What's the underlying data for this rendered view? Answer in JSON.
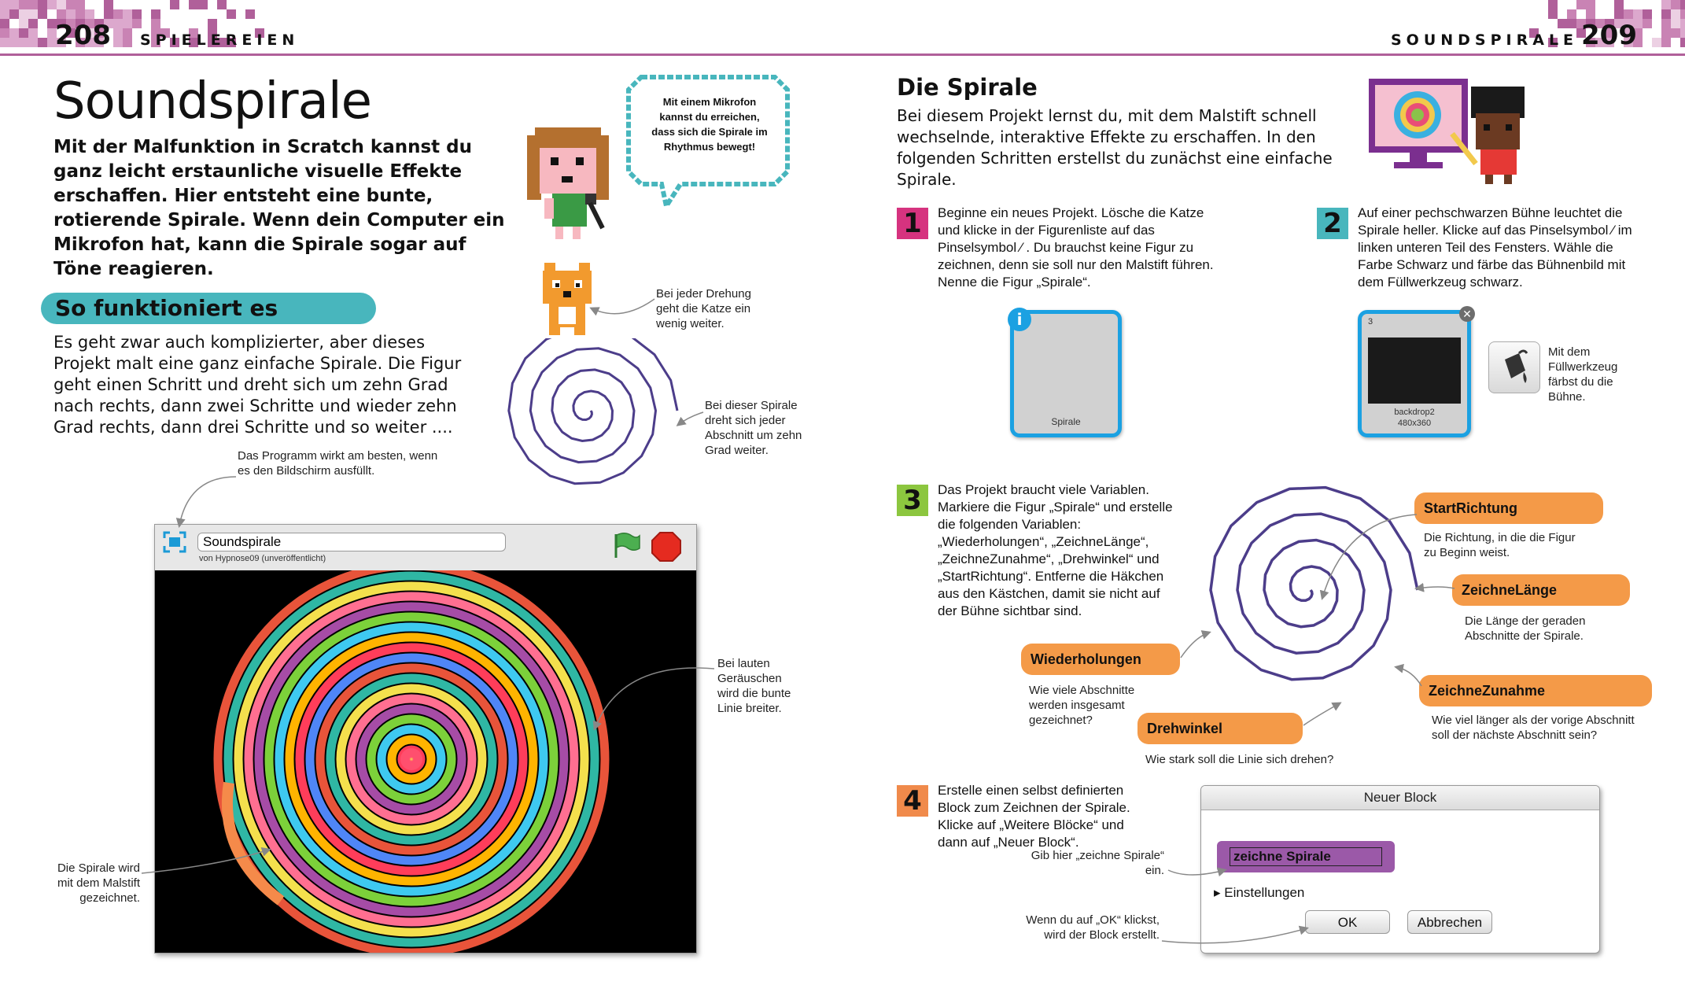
{
  "header": {
    "left_page_number": "208",
    "left_section": "SPIELEREIEN",
    "right_section": "SOUNDSPIRALE",
    "right_page_number": "209"
  },
  "left": {
    "title": "Soundspirale",
    "intro": "Mit der Malfunktion in Scratch kannst du ganz leicht erstaunliche visuelle Effekte erschaffen. Hier entsteht eine bunte, rotierende Spirale. Wenn dein Computer ein Mikrofon hat, kann die Spirale sogar auf Töne reagieren.",
    "speech_bubble": "Mit einem Mikrofon kannst du erreichen, dass sich die Spirale im Rhythmus bewegt!",
    "section_heading": "So funktioniert es",
    "section_text": "Es geht zwar auch komplizierter, aber dieses Projekt malt eine ganz einfache Spirale. Die Figur geht einen Schritt und dreht sich um zehn Grad nach rechts, dann zwei Schritte und wieder zehn Grad rechts, dann drei Schritte und so weiter ....",
    "callout_cat": "Bei jeder Drehung geht die Katze ein wenig weiter.",
    "callout_spiral": "Bei dieser Spirale dreht sich jeder Abschnitt um zehn Grad weiter.",
    "callout_program": "Das Programm wirkt am besten, wenn es den Bildschirm ausfüllt.",
    "callout_loud": "Bei lauten Geräuschen wird die bunte Linie  breiter.",
    "callout_pen": "Die Spirale wird mit dem Malstift gezeichnet.",
    "stage": {
      "project_title": "Soundspirale",
      "author": "von Hypnose09 (unveröffentlicht)"
    }
  },
  "right": {
    "heading": "Die Spirale",
    "intro": "Bei diesem Projekt lernst du, mit dem Malstift schnell wechselnde, interaktive Effekte zu erschaffen. In den folgenden Schritten erstellst du zunächst eine einfache Spirale.",
    "steps": [
      {
        "number": "1",
        "color": "#d6337f",
        "text": "Beginne ein neues Projekt. Lösche die Katze und klicke in der Figurenliste auf das Pinselsymbol ⁄ . Du brauchst keine Figur zu zeichnen, denn sie soll nur den Malstift führen. Nenne die Figur „Spirale“."
      },
      {
        "number": "2",
        "color": "#48b6bd",
        "text": "Auf einer pechschwarzen Bühne leuchtet die Spirale heller. Klicke auf das Pinselsymbol ⁄ im linken unteren Teil des Fensters. Wähle die Farbe Schwarz und färbe das Bühnenbild mit dem Füllwerkzeug schwarz."
      },
      {
        "number": "3",
        "color": "#8cc63f",
        "text": "Das Projekt braucht viele Variablen. Markiere die Figur „Spirale“ und erstelle die folgenden Variablen: „Wiederholungen“, „ZeichneLänge“, „ZeichneZunahme“, „Drehwinkel“ und „StartRichtung“. Entferne die Häkchen aus den Kästchen, damit sie nicht auf der Bühne sichtbar sind."
      },
      {
        "number": "4",
        "color": "#f08a4b",
        "text": "Erstelle einen selbst definierten Block zum Zeichnen der Spirale. Klicke auf „Weitere Blöcke“ und dann auf „Neuer Block“."
      }
    ],
    "sprite_card": {
      "info": "i",
      "name": "Spirale"
    },
    "backdrop_card": {
      "index": "3",
      "name": "backdrop2",
      "size": "480x360"
    },
    "fill_note": "Mit dem Füllwerkzeug färbst du die Bühne.",
    "variables": [
      {
        "name": "StartRichtung",
        "desc": "Die Richtung, in die die Figur zu Beginn weist."
      },
      {
        "name": "ZeichneLänge",
        "desc": "Die Länge der geraden Abschnitte der Spirale."
      },
      {
        "name": "Wiederholungen",
        "desc": "Wie viele Abschnitte werden insgesamt gezeichnet?"
      },
      {
        "name": "ZeichneZunahme",
        "desc": "Wie viel länger als der vorige Abschnitt soll der nächste Abschnitt sein?"
      },
      {
        "name": "Drehwinkel",
        "desc": "Wie stark soll die Linie sich drehen?"
      }
    ],
    "dialog": {
      "title": "Neuer Block",
      "block_value": "zeichne Spirale",
      "settings_label": "Einstellungen",
      "ok_label": "OK",
      "cancel_label": "Abbrechen",
      "callout_type": "Gib hier „zeichne Spirale“ ein.",
      "callout_ok": "Wenn du auf „OK“ klickst, wird der Block erstellt."
    }
  },
  "colors": {
    "accent_pink": "#b0609a",
    "teal": "#48b6bd",
    "orange": "#f49a48",
    "purple": "#4c3d8a",
    "block_purple": "#9b59a8"
  }
}
